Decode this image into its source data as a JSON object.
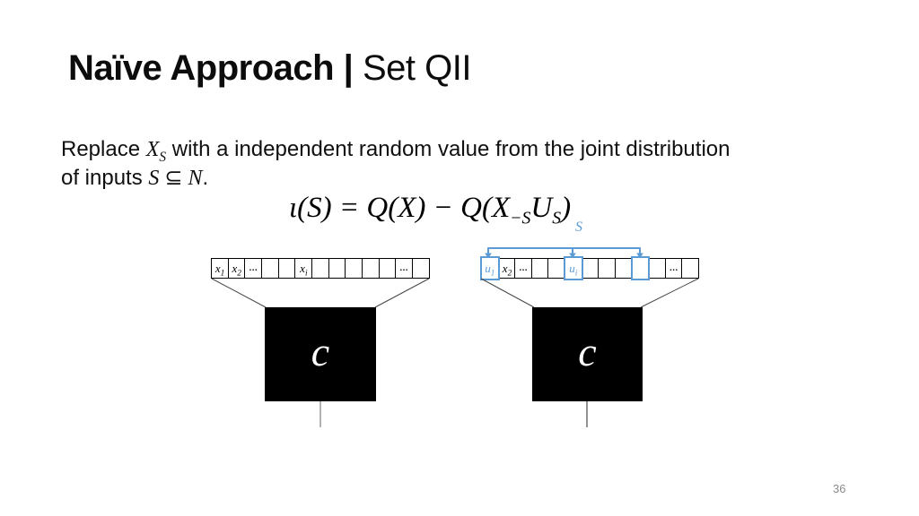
{
  "title": {
    "bold": "Naïve Approach |",
    "regular": " Set QII"
  },
  "body": {
    "line1_pre": "Replace ",
    "line1_var": "X",
    "line1_var_sub": "S",
    "line1_post": " with a independent random value from the joint distribution",
    "line2_pre": "of inputs ",
    "line2_s": "S",
    "line2_rel": " ⊆ ",
    "line2_n": "N",
    "line2_end": "."
  },
  "formula": {
    "seg1": "ι(S) = Q(X) − Q(X",
    "sub1": "−S",
    "seg2": "U",
    "sub2": "S",
    "seg3": ")"
  },
  "s_bracket": {
    "label": "S",
    "color": "#5b9bd5"
  },
  "left_diagram": {
    "box_label": "c",
    "cells": [
      {
        "main": "x",
        "sub": "1"
      },
      {
        "main": "x",
        "sub": "2"
      },
      {
        "dots": "…"
      },
      {},
      {},
      {
        "main": "x",
        "sub": "i"
      },
      {},
      {},
      {},
      {},
      {},
      {
        "dots": "…"
      },
      {}
    ]
  },
  "right_diagram": {
    "box_label": "c",
    "cells": [
      {
        "main": "u",
        "sub": "1",
        "blue": true
      },
      {
        "main": "x",
        "sub": "2"
      },
      {
        "dots": "…"
      },
      {},
      {},
      {
        "main": "u",
        "sub": "i",
        "blue": true
      },
      {},
      {},
      {},
      {
        "blue": true
      },
      {},
      {
        "dots": "…"
      },
      {}
    ]
  },
  "page_number": "36"
}
